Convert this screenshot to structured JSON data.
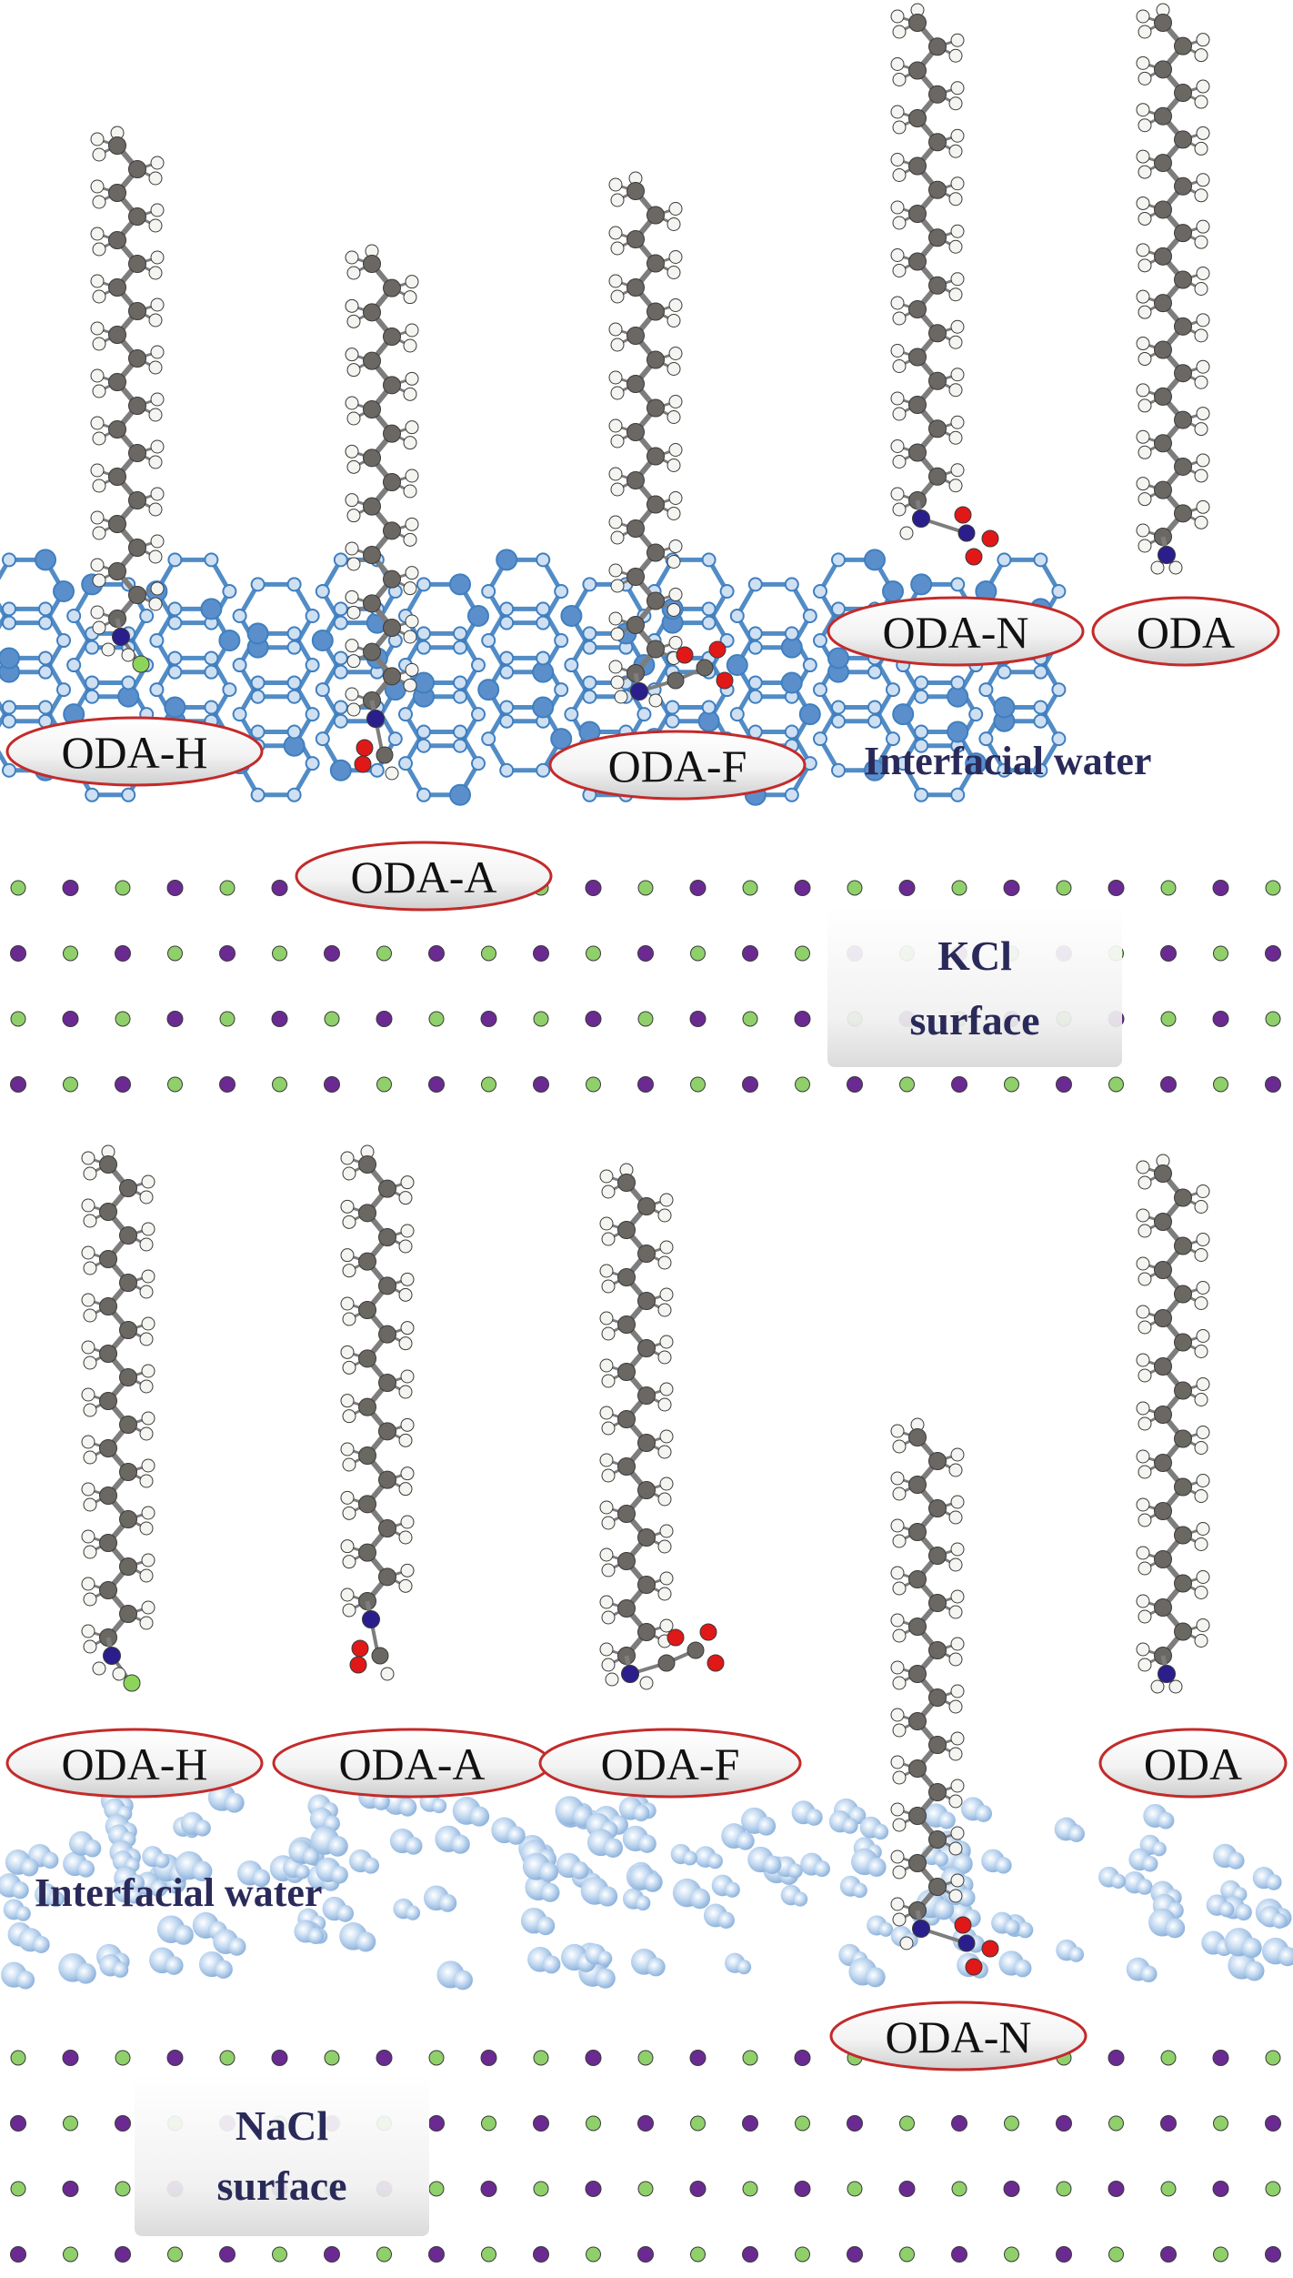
{
  "colors": {
    "carbon": "#6b6763",
    "hydrogen": "#f4f4f0",
    "nitrogen": "#2a1e8c",
    "oxygen": "#e01818",
    "halogen": "#8cd45a",
    "ion_green": "#8fd06a",
    "ion_purple": "#6a2a92",
    "water_net": "#3f7fc0",
    "water_blob": "#b9d3ee",
    "label_border": "#c42a2a"
  },
  "top_panel": {
    "labels": {
      "oda_h": "ODA-H",
      "oda_a": "ODA-A",
      "oda_f": "ODA-F",
      "oda_n": "ODA-N",
      "oda": "ODA"
    },
    "water_label": "Interfacial water",
    "surface_label_line1": "KCl",
    "surface_label_line2": "surface"
  },
  "bottom_panel": {
    "labels": {
      "oda_h": "ODA-H",
      "oda_a": "ODA-A",
      "oda_f": "ODA-F",
      "oda_n": "ODA-N",
      "oda": "ODA"
    },
    "water_label": "Interfacial water",
    "surface_label_line1": "NaCl",
    "surface_label_line2": "surface"
  }
}
